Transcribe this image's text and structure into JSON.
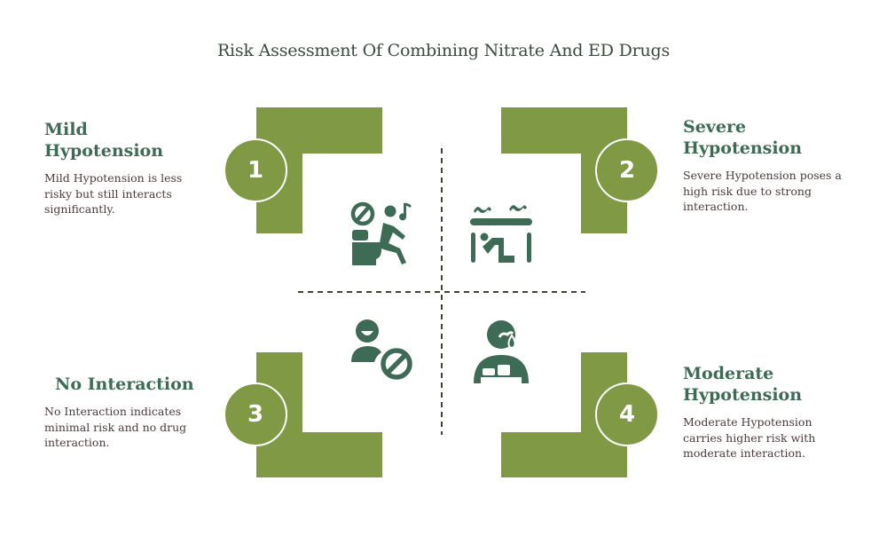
{
  "title": "Risk Assessment Of Combining Nitrate And ED Drugs",
  "colors": {
    "accent_green": "#7f9945",
    "icon_green": "#3d6b55",
    "heading_green": "#3e6b54",
    "body_text": "#4a3b38",
    "dash_line": "#3e4534"
  },
  "quadrants": [
    {
      "number": "1",
      "heading": "Mild Hypotension",
      "heading_lines": [
        "Mild",
        "Hypotension"
      ],
      "description": "Mild Hypotension is less risky but still interacts significantly.",
      "icon": "no-toilet-singing-person-icon",
      "position": "top-left"
    },
    {
      "number": "2",
      "heading": "Severe Hypotension",
      "heading_lines": [
        "Severe",
        "Hypotension"
      ],
      "description": "Severe Hypotension poses a high risk due to strong interaction.",
      "icon": "person-collapsed-under-table-icon",
      "position": "top-right"
    },
    {
      "number": "3",
      "heading": "No Interaction",
      "heading_lines": [
        "No Interaction"
      ],
      "description": "No Interaction indicates minimal risk and no drug interaction.",
      "icon": "user-blocked-icon",
      "position": "bottom-left"
    },
    {
      "number": "4",
      "heading": "Moderate Hypotension",
      "heading_lines": [
        "Moderate",
        "Hypotension"
      ],
      "description": "Moderate Hypotension carries higher risk with moderate interaction.",
      "icon": "sweating-person-icon",
      "position": "bottom-right"
    }
  ]
}
